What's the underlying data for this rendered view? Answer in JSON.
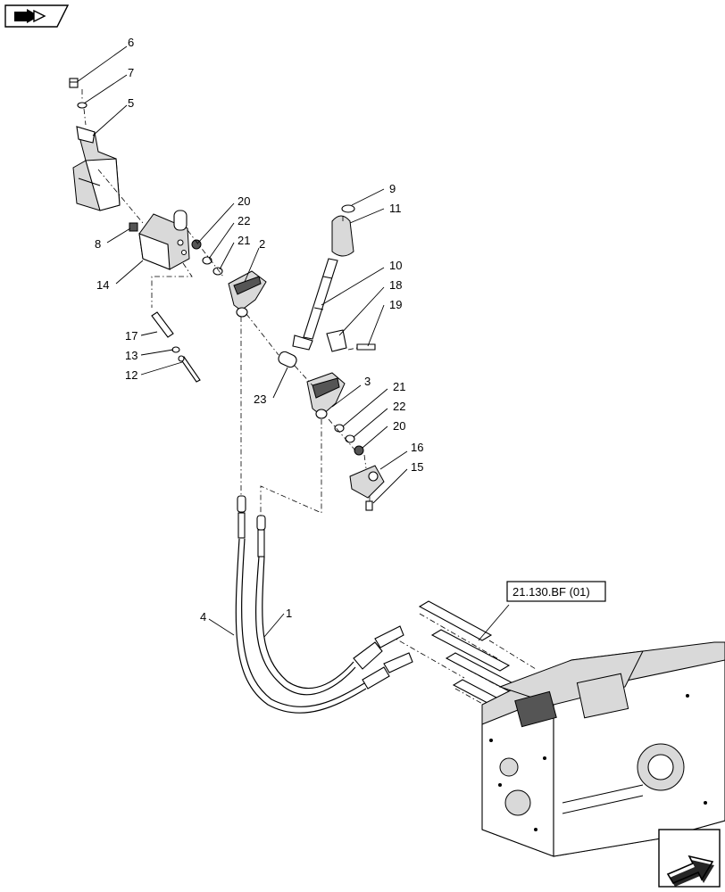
{
  "callouts": {
    "c1": "1",
    "c2": "2",
    "c3": "3",
    "c4": "4",
    "c5": "5",
    "c6": "6",
    "c7": "7",
    "c8": "8",
    "c9": "9",
    "c10": "10",
    "c11": "11",
    "c12": "12",
    "c13": "13",
    "c14": "14",
    "c15": "15",
    "c16": "16",
    "c17": "17",
    "c18": "18",
    "c19": "19",
    "c20a": "20",
    "c20b": "20",
    "c21a": "21",
    "c21b": "21",
    "c22a": "22",
    "c22b": "22",
    "c23": "23"
  },
  "reference": {
    "label": "21.130.BF (01)"
  },
  "icons": {
    "top_left": "arrow-to-right-icon",
    "bottom_right": "next-page-arrow-icon"
  }
}
